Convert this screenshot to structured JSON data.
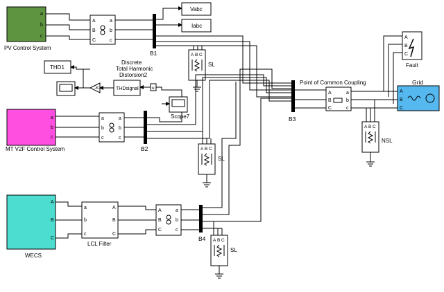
{
  "sources": {
    "pv": {
      "label": "PV Control System",
      "color": "#5e9440"
    },
    "mt": {
      "label": "MT V2F Control System",
      "color": "#ff4fe0"
    },
    "wecs": {
      "label": "WECS",
      "color": "#4ddcd0"
    }
  },
  "scopes": {
    "vabc": "Vabc",
    "iabc": "Iabc",
    "thd1": "THD1",
    "scope7": "Scope7"
  },
  "thd": {
    "line1": "Discrete",
    "line2": "Total Harmonic",
    "line3": "Distorsion2",
    "block": "THDsignal",
    "gain": "-K-"
  },
  "buses": {
    "b1": "B1",
    "b2": "B2",
    "b3": "B3",
    "b4": "B4"
  },
  "loads": {
    "sl": "SL",
    "nsl": "NSL"
  },
  "filter": {
    "label": "LCL Filter"
  },
  "pcc": {
    "label": "Point of Common Coupling"
  },
  "fault": {
    "label": "Fault"
  },
  "grid": {
    "label": "Grid",
    "color": "#55b8ee"
  },
  "ports": {
    "a": "a",
    "b": "b",
    "c": "c",
    "A": "A",
    "B": "B",
    "C": "C"
  }
}
